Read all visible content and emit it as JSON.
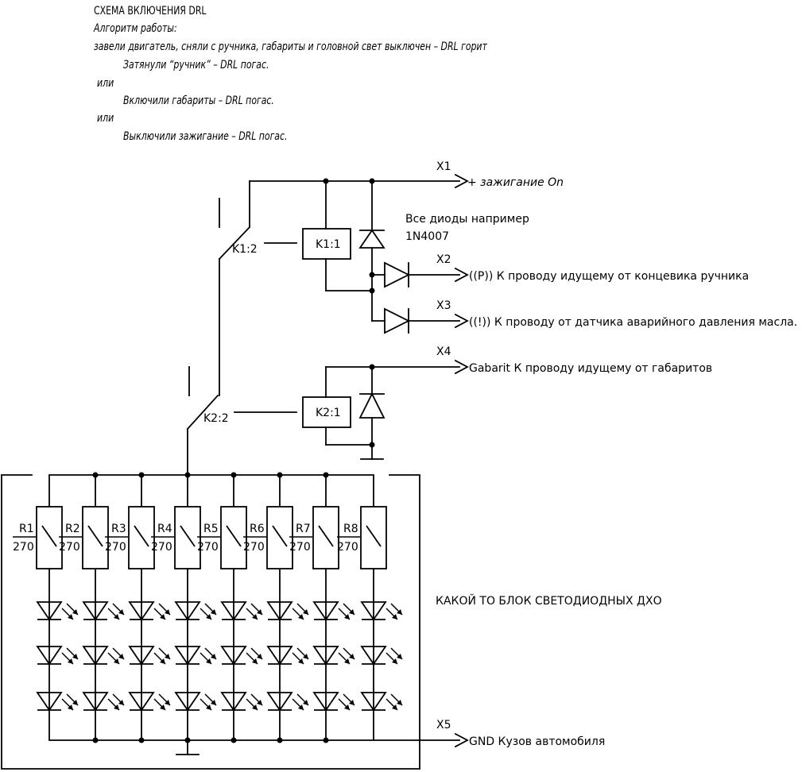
{
  "notes": {
    "title": "СХЕМА ВКЛЮЧЕНИЯ DRL",
    "algorithm": "Алгоритм работы:",
    "line1": "завели двигатель, сняли с ручника, габариты и головной свет выключен – DRL горит",
    "line2": "Затянули “ручник” – DRL погас.",
    "or1": "или",
    "line3": "Включили габариты – DRL погас.",
    "or2": "или",
    "line4": "Выключили зажигание – DRL погас."
  },
  "connectors": {
    "x1": {
      "id": "X1",
      "label": "+ зажигание On"
    },
    "x2": {
      "id": "X2",
      "label": "((P))  К проводу идущему от концевика ручника"
    },
    "x3": {
      "id": "X3",
      "label": "((!))   К проводу от датчика аварийного давления масла."
    },
    "x4": {
      "id": "X4",
      "label": "Gabarit  К проводу идущему от габаритов"
    },
    "x5": {
      "id": "X5",
      "label": "GND  Кузов автомобиля"
    }
  },
  "diodes_note": {
    "line1": "Все диоды например",
    "line2": "1N4007"
  },
  "relays": {
    "k11": "K1:1",
    "k12": "K1:2",
    "k21": "K2:1",
    "k22": "K2:2"
  },
  "resistors": [
    {
      "name": "R1",
      "value": "270"
    },
    {
      "name": "R2",
      "value": "270"
    },
    {
      "name": "R3",
      "value": "270"
    },
    {
      "name": "R4",
      "value": "270"
    },
    {
      "name": "R5",
      "value": "270"
    },
    {
      "name": "R6",
      "value": "270"
    },
    {
      "name": "R7",
      "value": "270"
    },
    {
      "name": "R8",
      "value": "270"
    }
  ],
  "block_label": "КАКОЙ ТО БЛОК СВЕТОДИОДНЫХ ДХО"
}
